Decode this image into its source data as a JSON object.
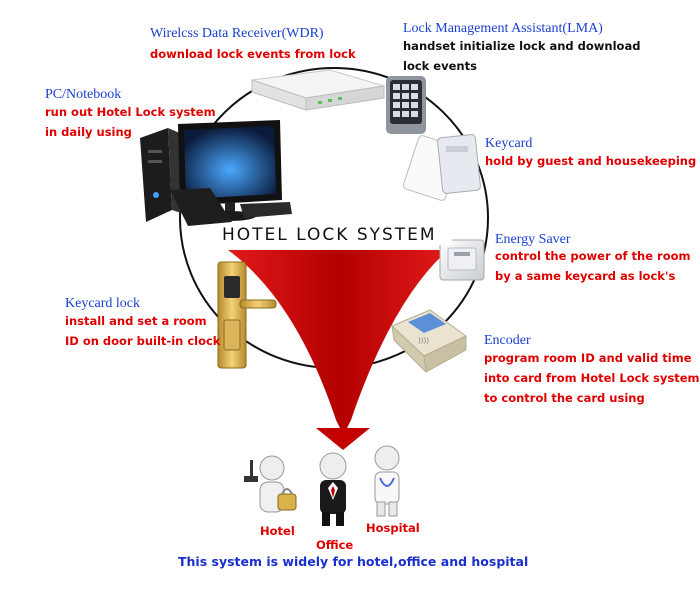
{
  "center_title": "HOTEL LOCK SYSTEM",
  "nodes": {
    "wdr": {
      "title": "Wirelcss Data Receiver(WDR)",
      "lines": [
        "download lock events from lock"
      ]
    },
    "lma": {
      "title": "Lock Management Assistant(LMA)",
      "lines": [
        "handset initialize lock and download",
        "lock events"
      ]
    },
    "pc": {
      "title": "PC/Notebook",
      "lines": [
        "run out Hotel Lock system",
        "in daily using"
      ]
    },
    "keycard": {
      "title": "Keycard",
      "lines": [
        "hold by guest and housekeeping"
      ]
    },
    "energy": {
      "title": "Energy Saver",
      "lines": [
        "control the power of the room",
        "by a same keycard as lock's"
      ]
    },
    "lock": {
      "title": "Keycard lock",
      "lines": [
        "install and set a room",
        "ID on door built-in clock"
      ]
    },
    "encoder": {
      "title": "Encoder",
      "lines": [
        "program room ID and valid time",
        "into card from Hotel Lock system",
        "to control the card using"
      ]
    }
  },
  "places": {
    "hotel": "Hotel",
    "office": "Office",
    "hospital": "Hospital"
  },
  "footer": "This system is widely for hotel,office and hospital",
  "colors": {
    "title_blue": "#1a3fd0",
    "desc_red": "#e00000",
    "funnel_red": "#c80000",
    "ring": "#111111"
  },
  "icons": [
    "wireless-receiver-icon",
    "handset-icon",
    "computer-icon",
    "keycard-icon",
    "energy-saver-icon",
    "door-lock-icon",
    "encoder-icon",
    "figure-icon"
  ]
}
